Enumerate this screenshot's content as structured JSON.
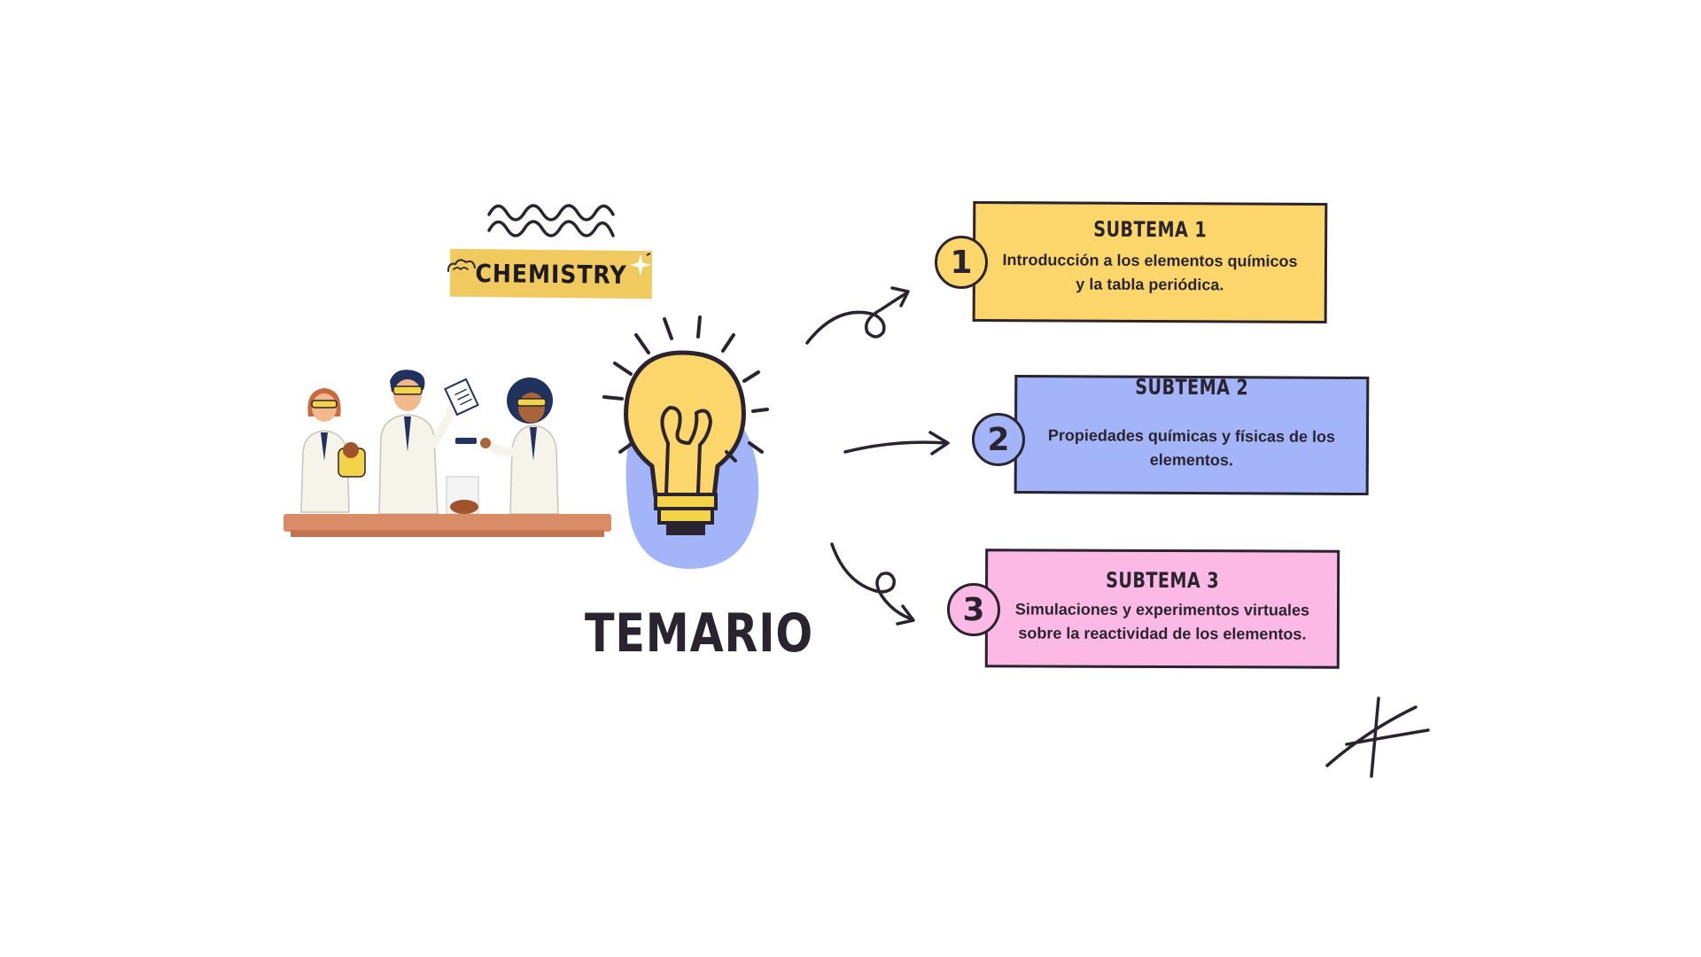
{
  "chemistry_label": "CHEMISTRY",
  "title": "TEMARIO",
  "subtopics": [
    {
      "number": "1",
      "heading": "SUBTEMA 1",
      "line1": "Introducción a los elementos químicos",
      "line2": "y la tabla periódica.",
      "color": "#fdd66b"
    },
    {
      "number": "2",
      "heading": "SUBTEMA 2",
      "line1": "Propiedades químicas y físicas de los",
      "line2": "elementos.",
      "color": "#a4b4f8"
    },
    {
      "number": "3",
      "heading": "SUBTEMA 3",
      "line1": "Simulaciones y experimentos virtuales",
      "line2": "sobre la reactividad de los elementos.",
      "color": "#fdb9e6"
    }
  ],
  "colors": {
    "ink": "#2a2430",
    "yellow": "#fdd66b",
    "blue": "#a4b4f8",
    "pink": "#fdb9e6",
    "tag": "#f0ca5e",
    "table": "#d98c66"
  },
  "icons": [
    "wave-doodle-icon",
    "lightbulb-icon",
    "curved-arrow-icon",
    "star-doodle-icon"
  ]
}
